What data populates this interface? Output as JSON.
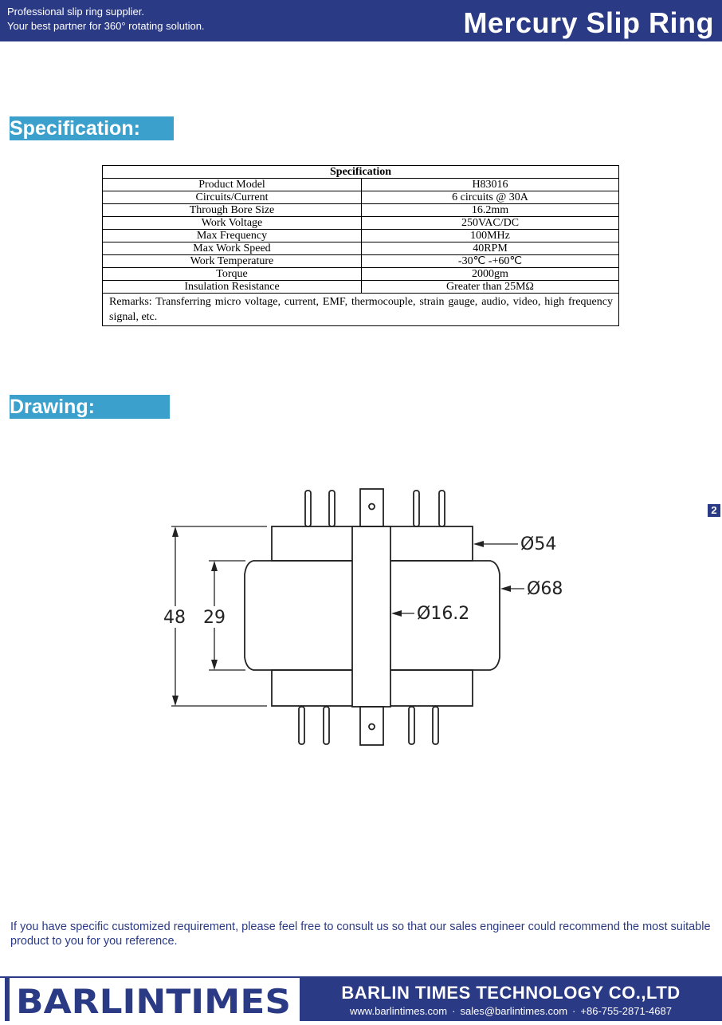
{
  "header": {
    "tagline_1": "Professional slip ring supplier.",
    "tagline_2": "Your best partner for 360° rotating solution.",
    "brand_title": "Mercury Slip Ring",
    "color": "#2b3a84"
  },
  "sections": {
    "specification": "Specification:",
    "drawing": "Drawing:",
    "accent_color": "#3ba1cc"
  },
  "spec_table": {
    "title": "Specification",
    "rows": [
      {
        "label": "Product Model",
        "value": "H83016"
      },
      {
        "label": "Circuits/Current",
        "value": "6 circuits @ 30A"
      },
      {
        "label": "Through Bore Size",
        "value": "16.2mm"
      },
      {
        "label": "Work Voltage",
        "value": "250VAC/DC"
      },
      {
        "label": "Max Frequency",
        "value": "100MHz"
      },
      {
        "label": "Max Work Speed",
        "value": "40RPM"
      },
      {
        "label": "Work Temperature",
        "value": "-30℃ -+60℃"
      },
      {
        "label": "Torque",
        "value": "2000gm"
      },
      {
        "label": "Insulation Resistance",
        "value": "Greater than 25MΩ"
      }
    ],
    "remarks": "Remarks: Transferring micro voltage, current, EMF, thermocouple, strain gauge, audio, video, high frequency signal, etc."
  },
  "page_number": "2",
  "drawing": {
    "dim_height_total": "48",
    "dim_height_inner": "29",
    "dim_dia_small": "Ø54",
    "dim_dia_large": "Ø68",
    "dim_bore": "Ø16.2"
  },
  "note": "If you have specific customized requirement, please feel free to consult us so that our sales engineer could recommend the most suitable product to you for you reference.",
  "footer": {
    "logo_text": "BARLINTIMES",
    "company": "BARLIN TIMES TECHNOLOGY CO.,LTD",
    "website": "www.barlintimes.com",
    "email": "sales@barlintimes.com",
    "phone": "+86-755-2871-4687",
    "separator": "·"
  }
}
